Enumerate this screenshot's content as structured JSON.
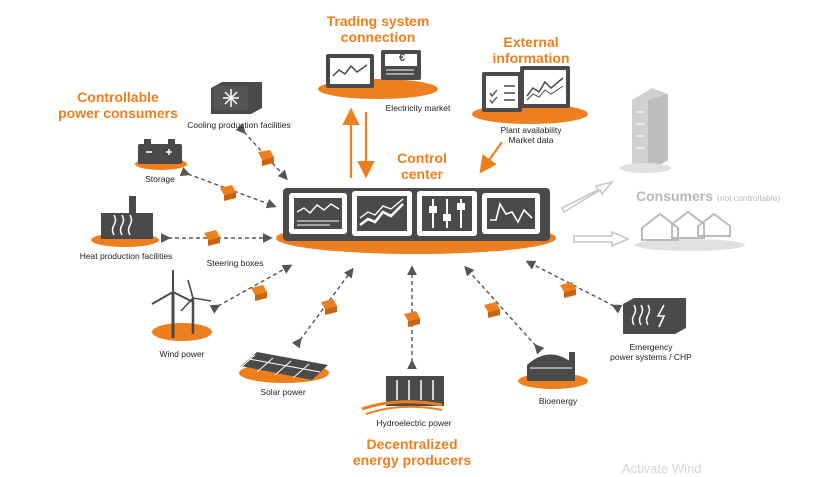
{
  "headings": {
    "trading": [
      "Trading system",
      "connection"
    ],
    "external": [
      "External",
      "information"
    ],
    "controllable": [
      "Controllable",
      "power consumers"
    ],
    "control_center": [
      "Control",
      "center"
    ],
    "decentralized": [
      "Decentralized",
      "energy producers"
    ]
  },
  "consumers": {
    "title": "Consumers",
    "note": "(not controllable)"
  },
  "labels": {
    "electricity_market": "Electricity market",
    "plant_availability": "Plant availability",
    "market_data": "Market data",
    "cooling": "Cooling production facilities",
    "storage": "Storage",
    "heat": "Heat production facilities",
    "steering_boxes": "Steering boxes",
    "wind": "Wind power",
    "solar": "Solar power",
    "hydro": "Hydroelectric power",
    "bioenergy": "Bioenergy",
    "emergency": [
      "Emergency",
      "power systems / CHP"
    ]
  },
  "icons": {
    "euro": "€"
  },
  "watermark": "Activate Wind",
  "colors": {
    "accent": "#ee7f1e",
    "dark": "#4a4a4a",
    "grey": "#b8b8b8"
  }
}
